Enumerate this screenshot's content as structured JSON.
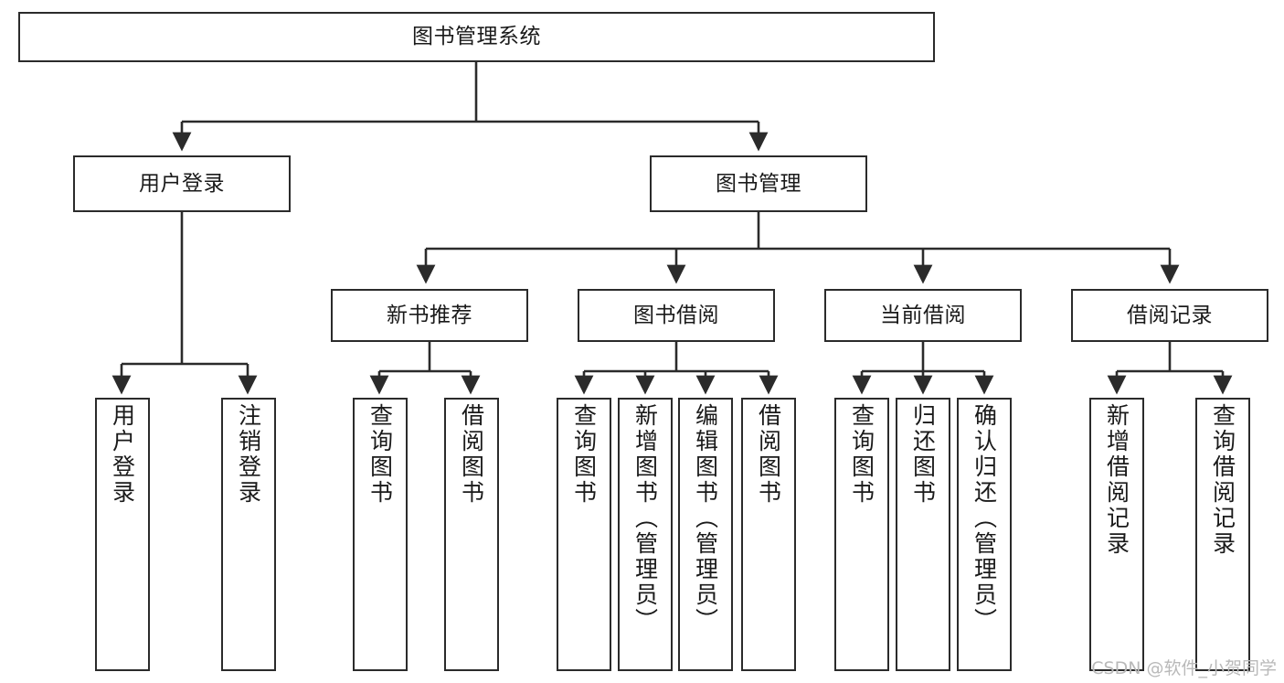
{
  "diagram": {
    "title_node": {
      "label": "图书管理系统"
    },
    "level2": [
      {
        "id": "user-login",
        "label": "用户登录"
      },
      {
        "id": "book-management",
        "label": "图书管理"
      }
    ],
    "level3": [
      {
        "id": "new-book-recommend",
        "label": "新书推荐"
      },
      {
        "id": "book-borrow",
        "label": "图书借阅"
      },
      {
        "id": "current-borrow",
        "label": "当前借阅"
      },
      {
        "id": "borrow-record",
        "label": "借阅记录"
      }
    ],
    "leaves": [
      {
        "id": "leaf-user-login",
        "label": "用户登录",
        "parent": "user-login"
      },
      {
        "id": "leaf-logout",
        "label": "注销登录",
        "parent": "user-login"
      },
      {
        "id": "leaf-query-book-1",
        "label": "查询图书",
        "parent": "new-book-recommend"
      },
      {
        "id": "leaf-borrow-book-1",
        "label": "借阅图书",
        "parent": "new-book-recommend"
      },
      {
        "id": "leaf-query-book-2",
        "label": "查询图书",
        "parent": "book-borrow"
      },
      {
        "id": "leaf-add-book",
        "label": "新增图书（管理员）",
        "parent": "book-borrow"
      },
      {
        "id": "leaf-edit-book",
        "label": "编辑图书（管理员）",
        "parent": "book-borrow"
      },
      {
        "id": "leaf-borrow-book-2",
        "label": "借阅图书",
        "parent": "book-borrow"
      },
      {
        "id": "leaf-query-book-3",
        "label": "查询图书",
        "parent": "current-borrow"
      },
      {
        "id": "leaf-return-book",
        "label": "归还图书",
        "parent": "current-borrow"
      },
      {
        "id": "leaf-confirm-return",
        "label": "确认归还（管理员）",
        "parent": "current-borrow"
      },
      {
        "id": "leaf-add-record",
        "label": "新增借阅记录",
        "parent": "borrow-record"
      },
      {
        "id": "leaf-query-record",
        "label": "查询借阅记录",
        "parent": "borrow-record"
      }
    ],
    "watermark": "CSDN @软件_小贺同学",
    "colors": {
      "stroke": "#2b2b2b",
      "background": "#ffffff",
      "text": "#1a1a1a",
      "watermark": "#b9b9b9"
    }
  }
}
